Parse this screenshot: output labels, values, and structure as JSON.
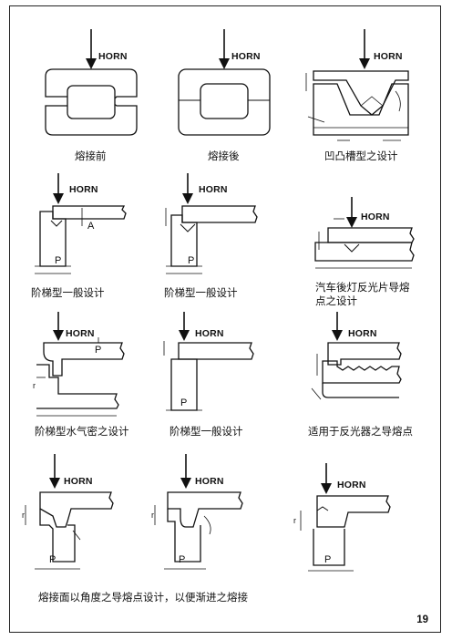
{
  "horn_label": "HORN",
  "labels": {
    "p": "P",
    "a": "A",
    "r": "r"
  },
  "captions": {
    "before": "熔接前",
    "after": "熔接後",
    "tongue_groove": "凹凸槽型之设计",
    "step_general_1": "阶梯型一般设计",
    "step_general_2": "阶梯型一般设计",
    "taillight": "汽车後灯反光片导熔点之设计",
    "taillight_line1": "汽车後灯反光片导熔",
    "taillight_line2": "点之设计",
    "step_watertight": "阶梯型水气密之设计",
    "step_general_3": "阶梯型一般设计",
    "reflector": "适用于反光器之导熔点",
    "angled": "熔接面以角度之导熔点设计，以便渐进之熔接"
  },
  "page_number": "19"
}
